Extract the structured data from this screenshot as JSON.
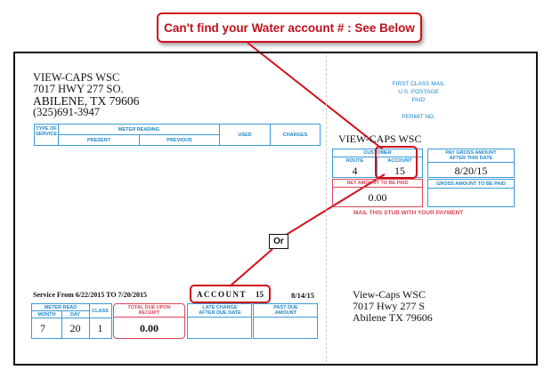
{
  "callout": {
    "text": "Can't find your Water account # : See Below",
    "or_label": "Or"
  },
  "colors": {
    "red": "#d0101c",
    "blue": "#1d87c9"
  },
  "sender": {
    "name": "VIEW-CAPS WSC",
    "address1": "7017 HWY 277 SO.",
    "city_line": "ABILENE, TX 79606",
    "phone": "(325)691-3947"
  },
  "top_table": {
    "type_of_service": "TYPE OF SERVICE",
    "meter_reading": "METER READING",
    "present": "PRESENT",
    "previous": "PREVIOUS",
    "used": "USED",
    "charges": "CHARGES"
  },
  "postage": {
    "line1": "FIRST CLASS MAIL",
    "line2": "U.S. POSTAGE",
    "line3": "PAID",
    "line4": "PERMIT NO."
  },
  "stub": {
    "company": "VIEW-CAPS WSC",
    "customer_label": "CUSTOMER",
    "route_label": "ROUTE",
    "account_label": "ACCOUNT",
    "route": "4",
    "account": "15",
    "pay_gross_label": "PAY GROSS AMOUNT AFTER THIS DATE",
    "pay_gross_date": "8/20/15",
    "net_amount_label": "NET AMOUNT TO BE PAID",
    "net_amount": "0.00",
    "gross_amount_label": "GROSS AMOUNT TO BE PAID",
    "mail_stub": "MAIL THIS STUB WITH YOUR PAYMENT"
  },
  "service": {
    "period": "Service From 6/22/2015 TO 7/20/2015",
    "account_label": "ACCOUNT",
    "account_number": "15",
    "date": "8/14/15"
  },
  "bottom_table": {
    "meter_read": "METER READ",
    "month": "MONTH",
    "day": "DAY",
    "class": "CLASS",
    "month_val": "7",
    "day_val": "20",
    "class_val": "1",
    "total_due_label": "TOTAL DUE UPON RECEIPT",
    "total_due": "0.00",
    "late_charge_label": "LATE CHARGE AFTER DUE DATE",
    "past_due_label": "PAST DUE AMOUNT"
  },
  "recipient": {
    "name": "View-Caps WSC",
    "address1": "7017 Hwy 277 S",
    "city_line": "Abilene TX 79606"
  }
}
